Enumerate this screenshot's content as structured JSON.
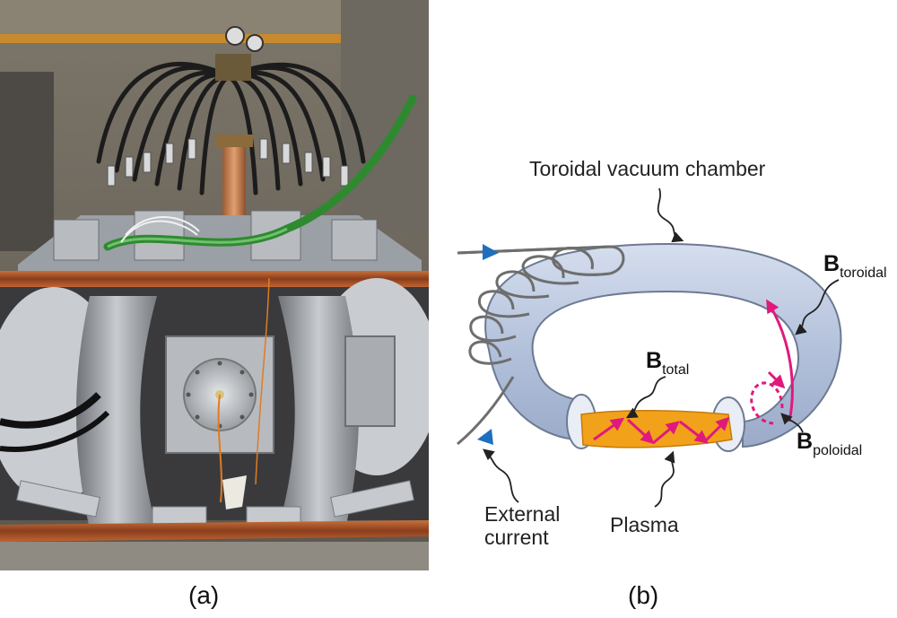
{
  "captions": {
    "a": "(a)",
    "b": "(b)"
  },
  "diagram": {
    "chamber_label": "Toroidal vacuum chamber",
    "current_label_line1": "External",
    "current_label_line2": "current",
    "plasma_label": "Plasma",
    "b_symbol": "B",
    "b_total_sub": "total",
    "b_toroidal_sub": "toroidal",
    "b_poloidal_sub": "poloidal"
  },
  "colors": {
    "torus": "#b9c6de",
    "plasma": "#f2a21a",
    "field_arrows": "#e0197d",
    "current_arrow": "#1f6fbf",
    "coil_copper": "#b5592a"
  }
}
